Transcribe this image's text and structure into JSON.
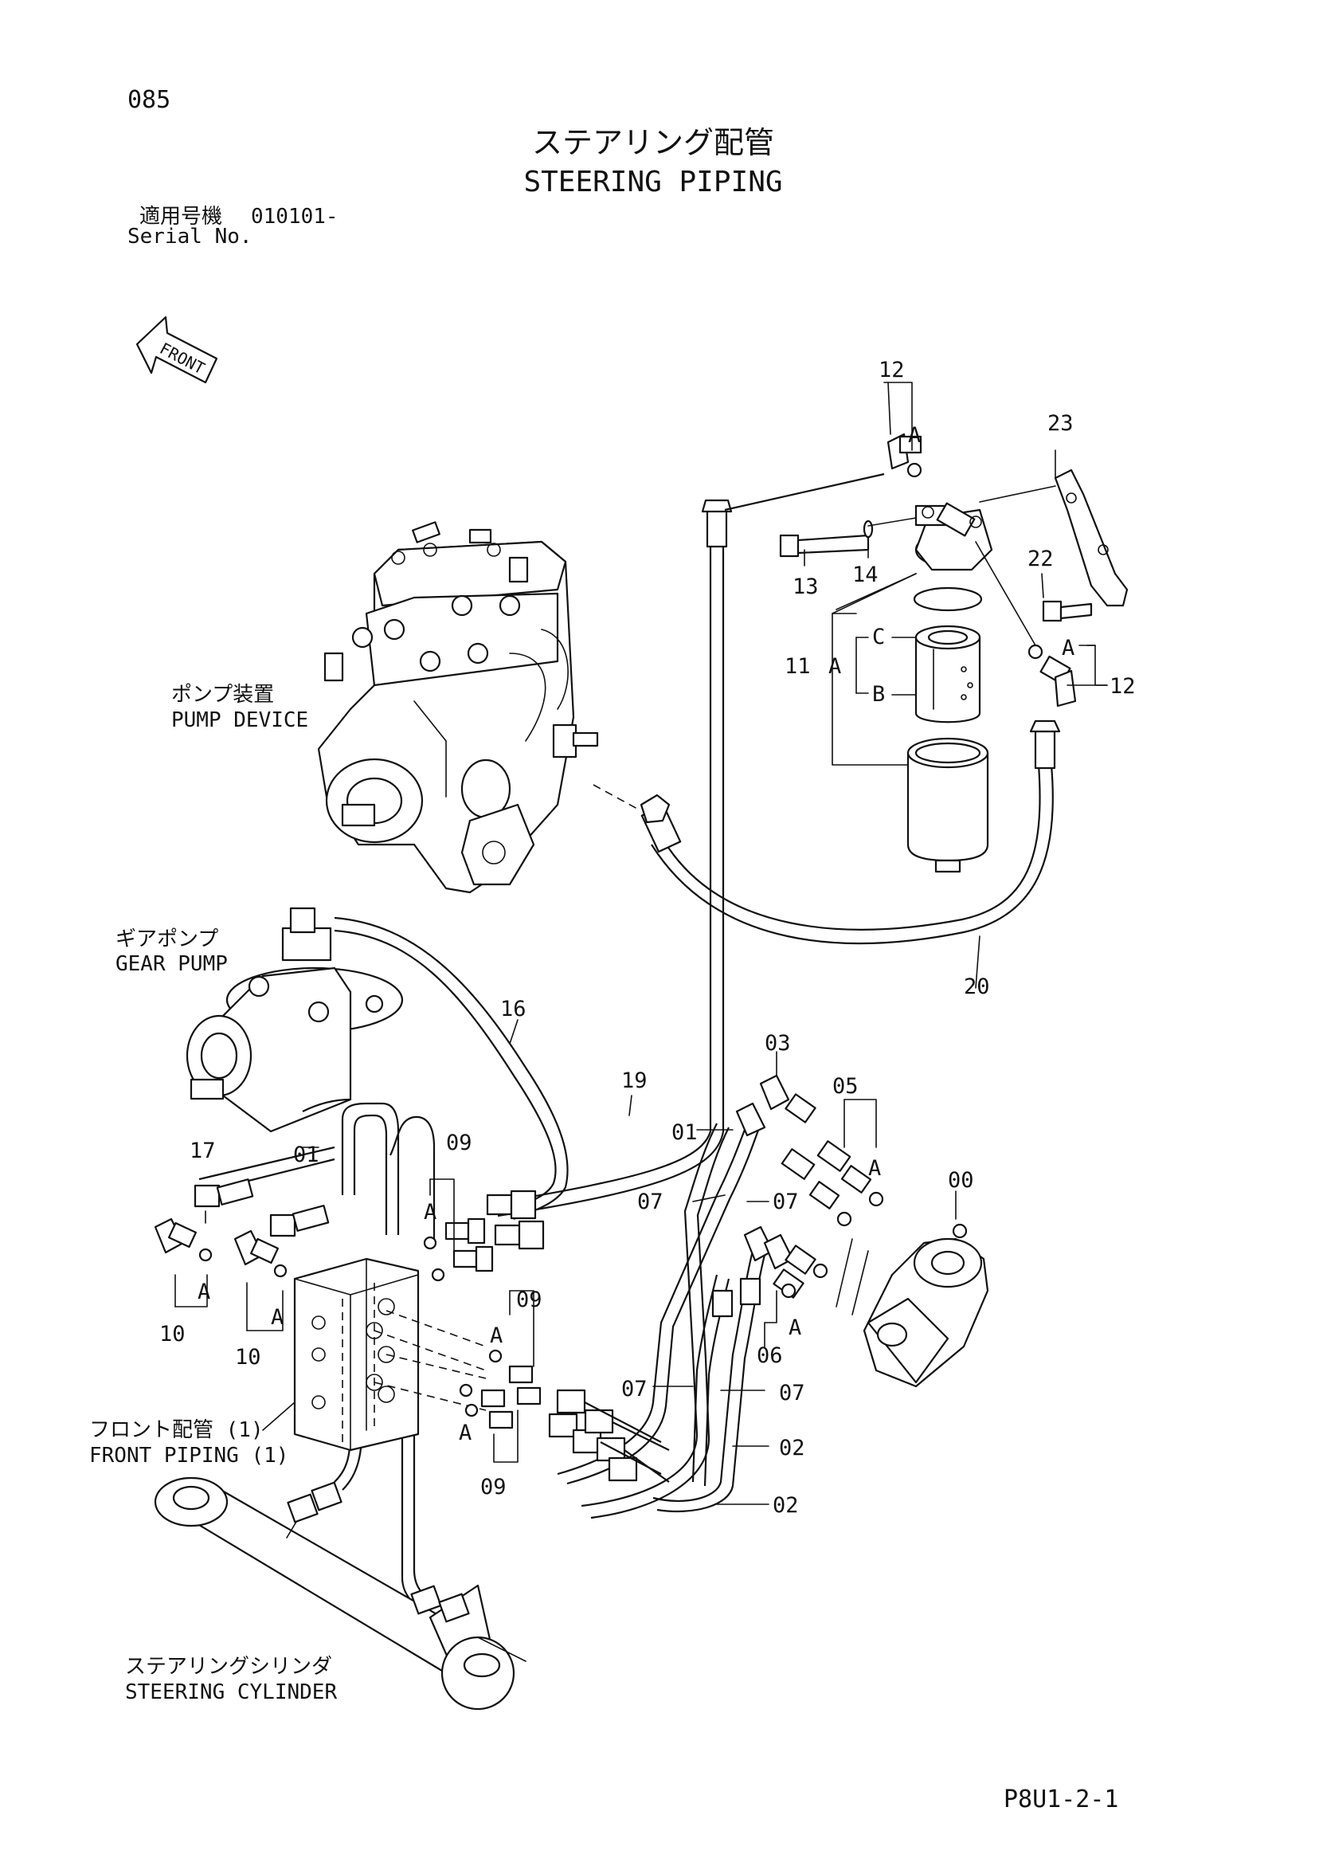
{
  "header": {
    "page_number": "085",
    "title_jp": "ステアリング配管",
    "title_en": "STEERING PIPING",
    "serial_label_jp": "適用号機",
    "serial_value": "010101-",
    "serial_label_en": "Serial No."
  },
  "front_marker": "FRONT",
  "components": {
    "pump_device_jp": "ポンプ装置",
    "pump_device_en": "PUMP DEVICE",
    "gear_pump_jp": "ギアポンプ",
    "gear_pump_en": "GEAR PUMP",
    "front_piping_jp": "フロント配管 (1)",
    "front_piping_en": "FRONT PIPING (1)",
    "steering_cylinder_jp": "ステアリングシリンダ",
    "steering_cylinder_en": "STEERING CYLINDER"
  },
  "callouts": {
    "n00": "00",
    "n01a": "01",
    "n01b": "01",
    "n02a": "02",
    "n02b": "02",
    "n03": "03",
    "n05": "05",
    "n06": "06",
    "n07a": "07",
    "n07b": "07",
    "n07c": "07",
    "n07d": "07",
    "n09a": "09",
    "n09b": "09",
    "n09c": "09",
    "n10a": "10",
    "n10b": "10",
    "n11": "11",
    "n12a": "12",
    "n12b": "12",
    "n13": "13",
    "n14": "14",
    "n16": "16",
    "n17": "17",
    "n19": "19",
    "n20": "20",
    "n22": "22",
    "n23": "23"
  },
  "letters": {
    "a1": "A",
    "a2": "A",
    "a3": "A",
    "a4": "A",
    "a5": "A",
    "a6": "A",
    "a7": "A",
    "a8": "A",
    "a9": "A",
    "a10": "A",
    "a11": "A",
    "b": "B",
    "c": "C"
  },
  "footer": {
    "drawing_code": "P8U1-2-1"
  }
}
